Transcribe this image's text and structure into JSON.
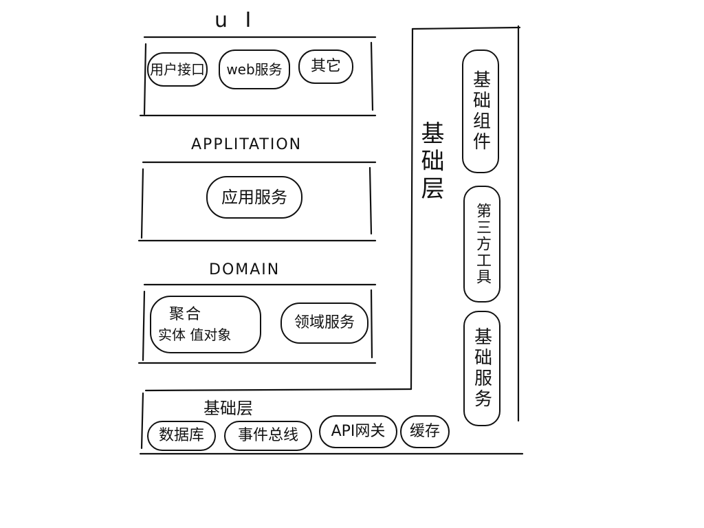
{
  "layers": {
    "ui": {
      "title": "u I",
      "items": [
        "用户接口",
        "web服务",
        "其它"
      ]
    },
    "application": {
      "title": "APPLITATION",
      "items": [
        "应用服务"
      ]
    },
    "domain": {
      "title": "DOMAIN",
      "aggregate": {
        "top": "聚合",
        "bottom": "实体 值对象"
      },
      "items": [
        "领域服务"
      ]
    },
    "infrastructure_bottom": {
      "title": "基础层",
      "items": [
        "数据库",
        "事件总线",
        "API网关",
        "缓存"
      ]
    },
    "infrastructure_side": {
      "title": "基础层",
      "items": [
        "基础组件",
        "第三方工具",
        "基础服务"
      ]
    }
  }
}
